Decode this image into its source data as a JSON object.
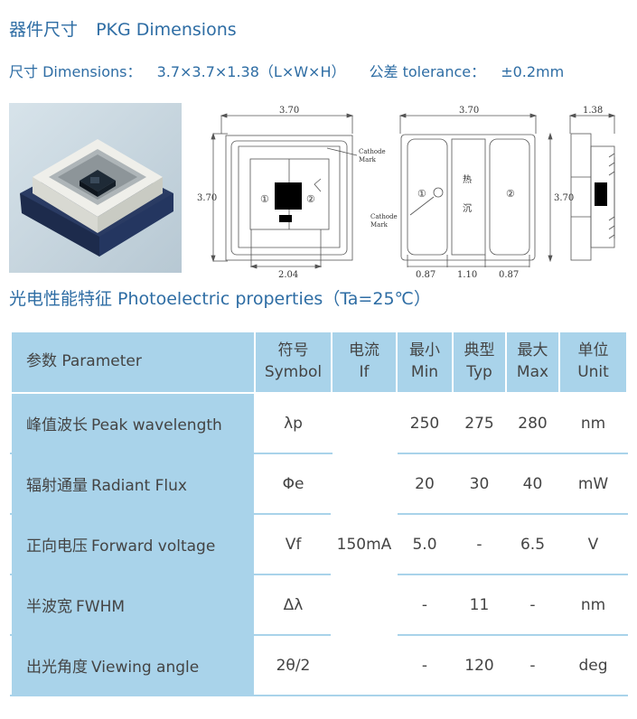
{
  "header": {
    "title_cn": "器件尺寸",
    "title_en": "PKG Dimensions",
    "dim_label": "尺寸  Dimensions：",
    "dim_value": "3.7×3.7×1.38（L×W×H）",
    "tol_label": "公差  tolerance：",
    "tol_value": "±0.2mm"
  },
  "drawing": {
    "top_width": "3.70",
    "top_height": "3.70",
    "bottom_width": "2.04",
    "cathode_mark_1": "Cathode",
    "cathode_mark_2": "Mark",
    "pin1": "①",
    "pin2": "②",
    "bottom_view_width": "3.70",
    "bottom_view_height": "3.70",
    "thermal_1": "热",
    "thermal_2": "沉",
    "pad_left": "0.87",
    "pad_center": "1.10",
    "pad_right": "0.87",
    "side_thickness": "1.38"
  },
  "section": {
    "title": "光电性能特征   Photoelectric properties（Ta=25℃）"
  },
  "table": {
    "headers": {
      "param": "参数 Parameter",
      "symbol_cn": "符号",
      "symbol_en": "Symbol",
      "if_cn": "电流",
      "if_en": "If",
      "min_cn": "最小",
      "min_en": "Min",
      "typ_cn": "典型",
      "typ_en": "Typ",
      "max_cn": "最大",
      "max_en": "Max",
      "unit_cn": "单位",
      "unit_en": "Unit"
    },
    "current": "150mA",
    "rows": [
      {
        "param_cn": "峰值波长",
        "param_en": "Peak wavelength",
        "symbol": "λp",
        "min": "250",
        "typ": "275",
        "max": "280",
        "unit": "nm"
      },
      {
        "param_cn": "辐射通量",
        "param_en": "Radiant Flux",
        "symbol": "Φe",
        "min": "20",
        "typ": "30",
        "max": "40",
        "unit": "mW"
      },
      {
        "param_cn": "正向电压",
        "param_en": "Forward voltage",
        "symbol": "Vf",
        "min": "5.0",
        "typ": "-",
        "max": "6.5",
        "unit": "V"
      },
      {
        "param_cn": "半波宽",
        "param_en": "FWHM",
        "symbol": "Δλ",
        "min": "-",
        "typ": "11",
        "max": "-",
        "unit": "nm"
      },
      {
        "param_cn": "出光角度",
        "param_en": "Viewing angle",
        "symbol": "2θ/2",
        "min": "-",
        "typ": "120",
        "max": "-",
        "unit": "deg"
      }
    ]
  }
}
